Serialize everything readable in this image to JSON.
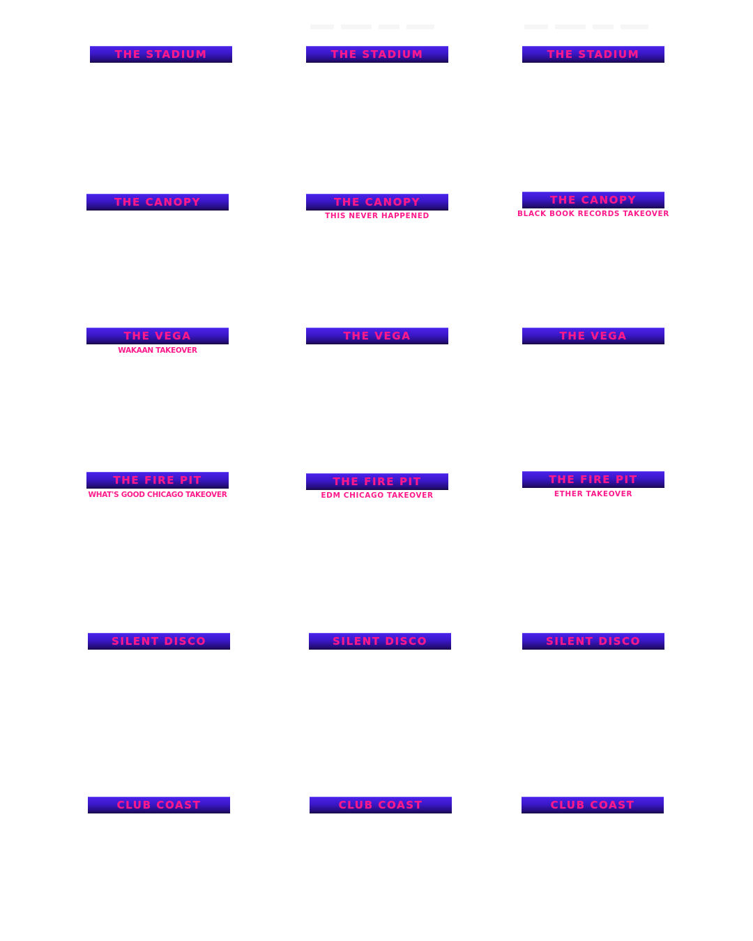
{
  "colors": {
    "label_bg_top": "#4a22e8",
    "label_bg_bottom": "#1c0a5c",
    "label_text": "#ff1a8c",
    "page_bg": "#ffffff"
  },
  "labels": [
    {
      "stage": "THE STADIUM",
      "takeover": ""
    },
    {
      "stage": "THE STADIUM",
      "takeover": ""
    },
    {
      "stage": "THE STADIUM",
      "takeover": ""
    },
    {
      "stage": "THE CANOPY",
      "takeover": ""
    },
    {
      "stage": "THE CANOPY",
      "takeover": "THIS NEVER HAPPENED"
    },
    {
      "stage": "THE CANOPY",
      "takeover": "BLACK BOOK RECORDS TAKEOVER"
    },
    {
      "stage": "THE VEGA",
      "takeover": "WAKAAN TAKEOVER"
    },
    {
      "stage": "THE VEGA",
      "takeover": ""
    },
    {
      "stage": "THE VEGA",
      "takeover": ""
    },
    {
      "stage": "THE FIRE PIT",
      "takeover": "WHAT'S GOOD CHICAGO TAKEOVER"
    },
    {
      "stage": "THE FIRE PIT",
      "takeover": "EDM CHICAGO TAKEOVER"
    },
    {
      "stage": "THE FIRE PIT",
      "takeover": "ETHER TAKEOVER"
    },
    {
      "stage": "SILENT DISCO",
      "takeover": ""
    },
    {
      "stage": "SILENT DISCO",
      "takeover": ""
    },
    {
      "stage": "SILENT DISCO",
      "takeover": ""
    },
    {
      "stage": "CLUB COAST",
      "takeover": ""
    },
    {
      "stage": "CLUB COAST",
      "takeover": ""
    },
    {
      "stage": "CLUB COAST",
      "takeover": ""
    }
  ]
}
